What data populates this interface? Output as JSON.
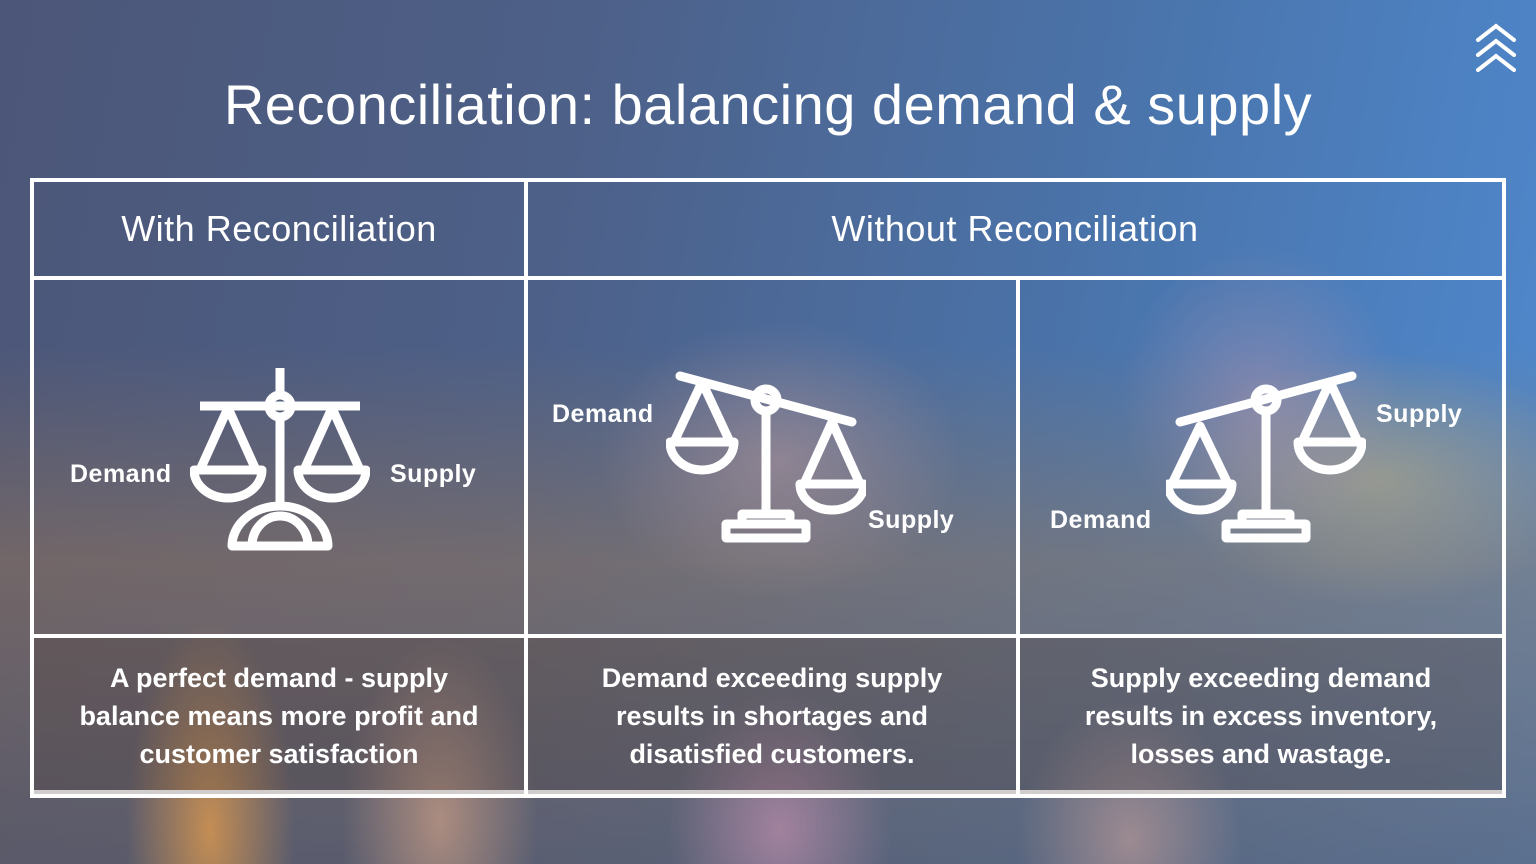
{
  "slide": {
    "title": "Reconciliation: balancing demand & supply",
    "logo_icon": "stacked-chevrons-up-icon"
  },
  "table": {
    "headers": [
      "With Reconciliation",
      "Without Reconciliation"
    ],
    "panels": [
      {
        "state": "balanced",
        "icon": "balance-scale-icon",
        "left_label": "Demand",
        "right_label": "Supply",
        "description": "A perfect demand - supply balance means  more profit and customer satisfaction"
      },
      {
        "state": "demand-heavy",
        "icon": "tilted-scale-icon",
        "left_label": "Demand",
        "right_label": "Supply",
        "description": "Demand exceeding supply results in shortages and disatisfied customers."
      },
      {
        "state": "supply-heavy",
        "icon": "tilted-scale-icon",
        "left_label": "Demand",
        "right_label": "Supply",
        "description": "Supply exceeding demand results in excess inventory, losses and wastage."
      }
    ]
  },
  "colors": {
    "line": "#ffffff",
    "bg_top": "#4c5678",
    "bg_top_right": "#4f8ad0"
  }
}
